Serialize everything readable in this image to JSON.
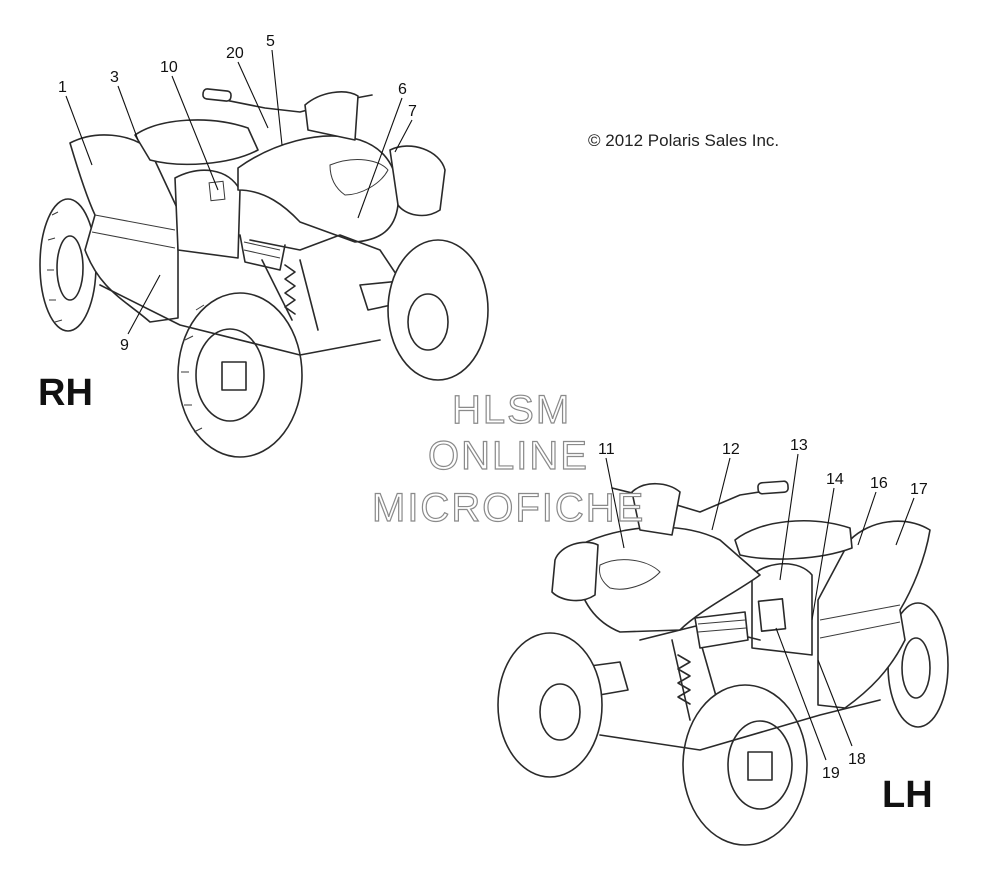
{
  "copyright": "© 2012 Polaris Sales Inc.",
  "views": {
    "right": {
      "label": "RH"
    },
    "left": {
      "label": "LH"
    }
  },
  "watermark": {
    "line1": "HLSM",
    "line2": "ONLINE",
    "line3": "MICROFICHE"
  },
  "callouts": {
    "c1": "1",
    "c3": "3",
    "c10": "10",
    "c20": "20",
    "c5": "5",
    "c6": "6",
    "c7": "7",
    "c9": "9",
    "c11": "11",
    "c12": "12",
    "c13": "13",
    "c14": "14",
    "c16": "16",
    "c17": "17",
    "c18": "18",
    "c19": "19"
  }
}
